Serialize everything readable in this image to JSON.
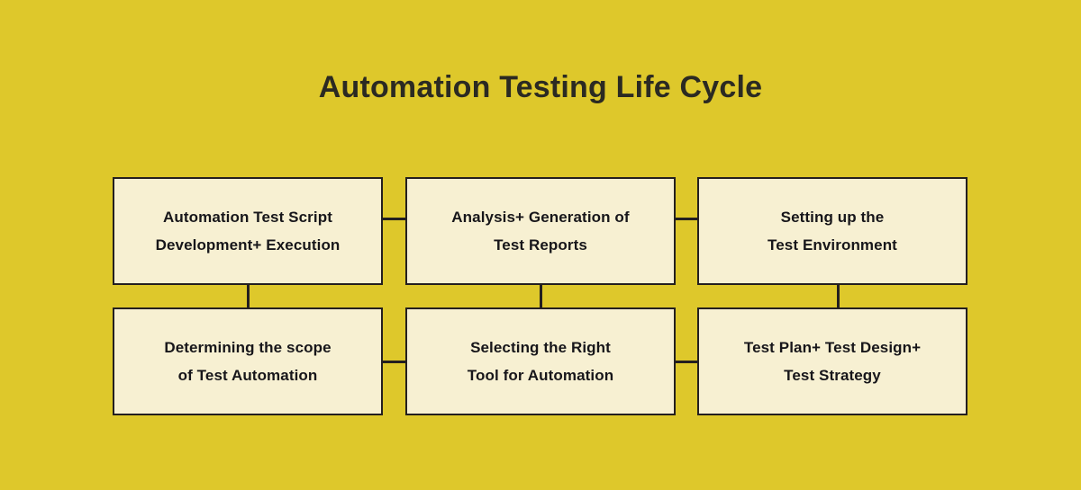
{
  "diagram": {
    "title": "Automation Testing Life Cycle",
    "type": "flowchart-grid",
    "background_color": "#DEC82B",
    "box_fill_color": "#F7F0D2",
    "box_border_color": "#231F20",
    "title_color": "#2B2A22",
    "text_color": "#17161A",
    "boxes": [
      {
        "id": "automation-test-script",
        "row": 1,
        "column": 1,
        "line1": "Automation Test Script",
        "line2": "Development+ Execution"
      },
      {
        "id": "analysis-generation-reports",
        "row": 1,
        "column": 2,
        "line1": "Analysis+ Generation of",
        "line2": "Test Reports"
      },
      {
        "id": "setting-up-test-environment",
        "row": 1,
        "column": 3,
        "line1": "Setting up the",
        "line2": "Test Environment"
      },
      {
        "id": "determining-scope",
        "row": 2,
        "column": 1,
        "line1": "Determining the scope",
        "line2": "of Test Automation"
      },
      {
        "id": "selecting-right-tool",
        "row": 2,
        "column": 2,
        "line1": "Selecting the Right",
        "line2": "Tool for Automation"
      },
      {
        "id": "test-plan-design-strategy",
        "row": 2,
        "column": 3,
        "line1": "Test Plan+ Test Design+",
        "line2": "Test Strategy"
      }
    ]
  }
}
